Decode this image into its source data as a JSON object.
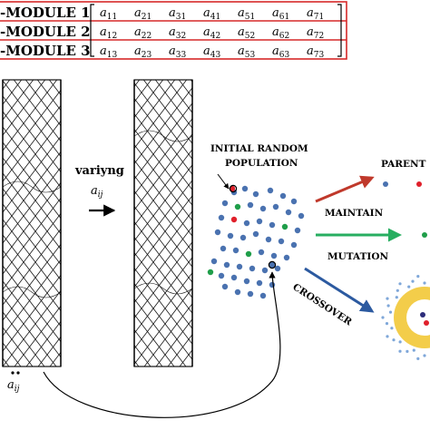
{
  "matrix": {
    "rows": [
      {
        "label": "-MODULE 1",
        "cells": [
          "a11",
          "a21",
          "a31",
          "a41",
          "a51",
          "a61",
          "a71"
        ]
      },
      {
        "label": "-MODULE 2",
        "cells": [
          "a12",
          "a22",
          "a32",
          "a42",
          "a52",
          "a62",
          "a72"
        ]
      },
      {
        "label": "-MODULE 3",
        "cells": [
          "a13",
          "a23",
          "a33",
          "a43",
          "a53",
          "a63",
          "a73"
        ]
      }
    ],
    "highlight_color": "#d62828"
  },
  "labels": {
    "varying": "variyng",
    "varying_var": "aij",
    "bottom_var": "aij",
    "initial_line1": "INITIAL RANDOM",
    "initial_line2": "POPULATION",
    "parents": "PARENT",
    "maintain": "MAINTAIN",
    "mutation": "MUTATION",
    "crossover": "CROSSOVER"
  },
  "colors": {
    "maintain_arrow": "#c0392b",
    "mutation_arrow": "#27ae60",
    "crossover_arrow": "#2c5aa0",
    "dot_blue": "#4a72b0",
    "dot_red": "#e0202b",
    "dot_green": "#1f9e4a",
    "ring": "#f3cd4a"
  },
  "icons": [
    "black-arrow-right-icon",
    "curved-feedback-arrow-icon"
  ]
}
